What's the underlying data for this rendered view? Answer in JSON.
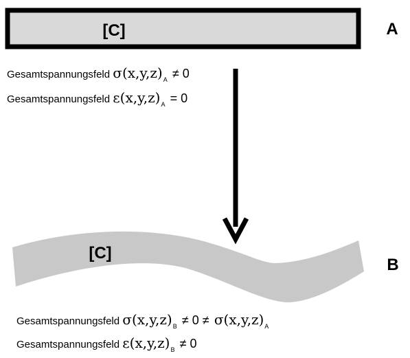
{
  "state_a": {
    "label": "A",
    "material_label": "[C]",
    "equations": [
      {
        "prefix": "Gesamtspannungsfeld",
        "symbol": "σ",
        "args": "(x,y,z)",
        "sub": "A",
        "relation": "≠ 0"
      },
      {
        "prefix": "Gesamtspannungsfeld",
        "symbol": "ε",
        "args": "(x,y,z)",
        "sub": "A",
        "relation": "= 0"
      }
    ]
  },
  "state_b": {
    "label": "B",
    "material_label": "[C]",
    "equations": [
      {
        "prefix": "Gesamtspannungsfeld",
        "symbol": "σ",
        "args": "(x,y,z)",
        "sub": "B",
        "relation": "≠ 0 ≠",
        "rhs_symbol": "σ",
        "rhs_args": "(x,y,z)",
        "rhs_sub": "A"
      },
      {
        "prefix": "Gesamtspannungsfeld",
        "symbol": "ε",
        "args": "(x,y,z)",
        "sub": "B",
        "relation": "≠ 0"
      }
    ]
  },
  "colors": {
    "beam_fill": "#d9d9d9",
    "beam_border": "#000000",
    "deformed_fill": "#c8c8c8",
    "arrow": "#000000"
  }
}
